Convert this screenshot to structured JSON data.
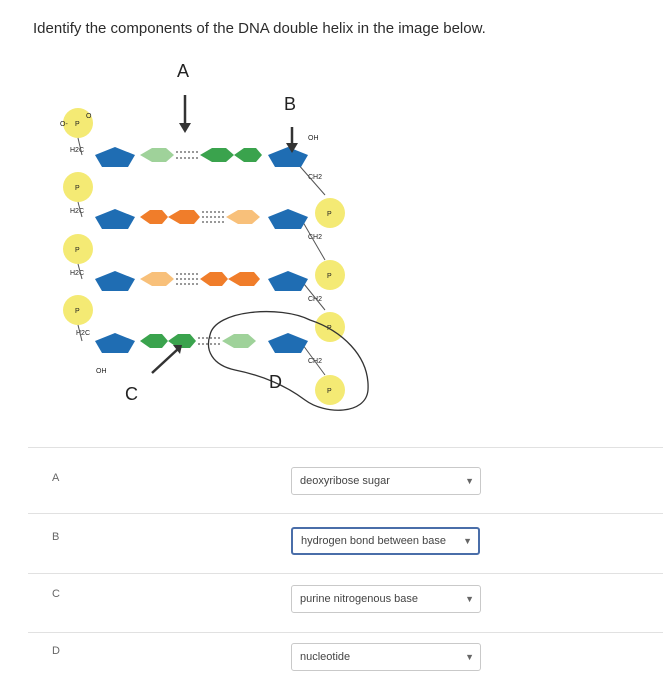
{
  "question": "Identify the components of the DNA double helix in the image below.",
  "figure": {
    "labels": {
      "a": "A",
      "b": "B",
      "c": "C",
      "d": "D"
    },
    "chem": {
      "o": "O",
      "p": "P",
      "o_minus": "O-",
      "h2c": "H2C",
      "ch2": "CH2",
      "oh": "OH"
    },
    "colors": {
      "phosphate": "#f4ea74",
      "sugar": "#1f6db3",
      "base_green": "#3aa34d",
      "base_light_green": "#9fd29a",
      "base_orange": "#f07d2a",
      "base_light_orange": "#f8c07a"
    }
  },
  "rows": [
    {
      "label": "A",
      "selected": "deoxyribose sugar"
    },
    {
      "label": "B",
      "selected": "hydrogen bond between base"
    },
    {
      "label": "C",
      "selected": "purine nitrogenous base"
    },
    {
      "label": "D",
      "selected": "nucleotide"
    }
  ]
}
